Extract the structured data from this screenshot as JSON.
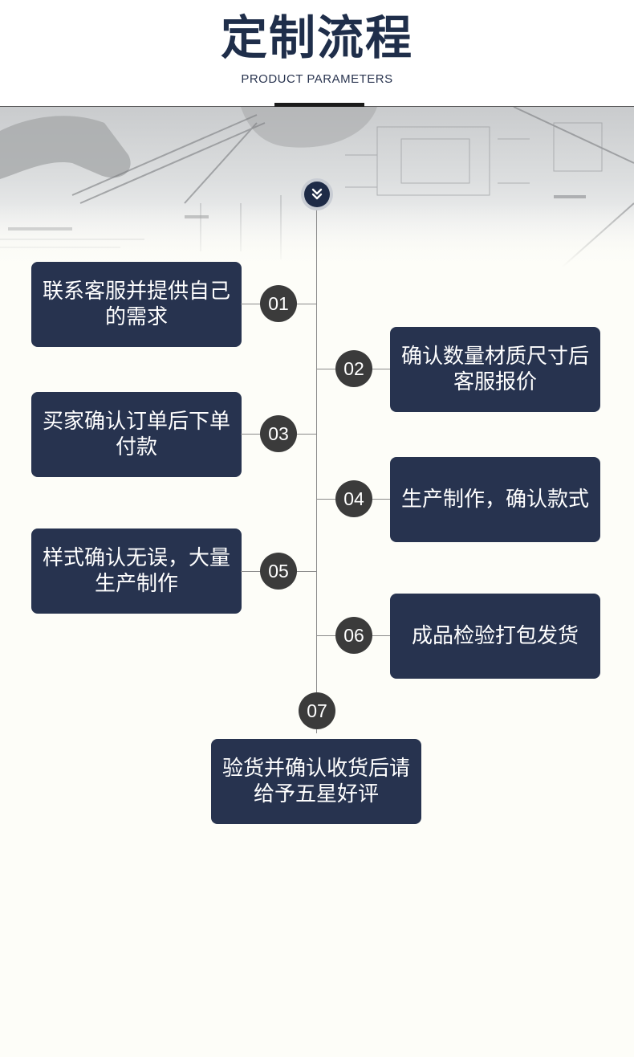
{
  "header": {
    "title": "定制流程",
    "subtitle": "PRODUCT  PARAMETERS"
  },
  "banner": {
    "icon": "double-chevron-down-icon"
  },
  "steps": [
    {
      "num": "01",
      "text": "联系客服并提供自己的需求"
    },
    {
      "num": "02",
      "text": "确认数量材质尺寸后客服报价"
    },
    {
      "num": "03",
      "text": "买家确认订单后下单付款"
    },
    {
      "num": "04",
      "text": "生产制作，确认款式"
    },
    {
      "num": "05",
      "text": "样式确认无误，大量生产制作"
    },
    {
      "num": "06",
      "text": "成品检验打包发货"
    },
    {
      "num": "07",
      "text": "验货并确认收货后请给予五星好评"
    }
  ],
  "colors": {
    "box": "#27334f",
    "title": "#1f2e4a",
    "badge": "#3b3b3b"
  }
}
